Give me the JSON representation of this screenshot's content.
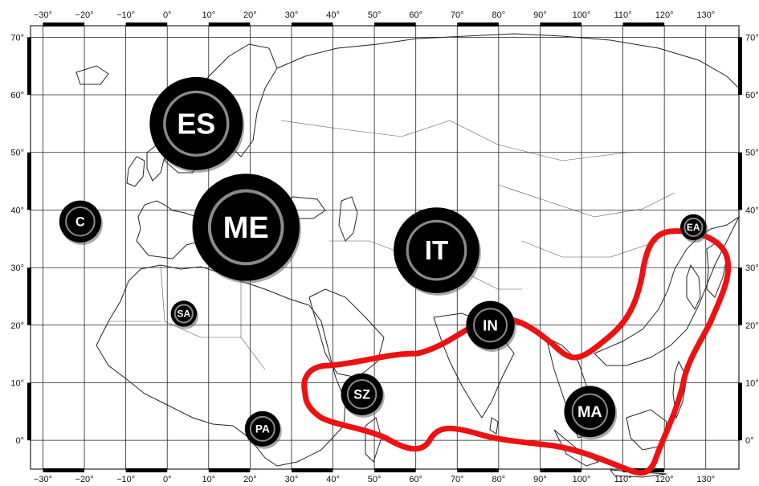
{
  "map": {
    "x_ticks": [
      "−30°",
      "−20°",
      "−10°",
      "0°",
      "10°",
      "20°",
      "30°",
      "40°",
      "50°",
      "60°",
      "70°",
      "80°",
      "90°",
      "100°",
      "110°",
      "120°",
      "130°"
    ],
    "y_ticks": [
      "0°",
      "10°",
      "20°",
      "30°",
      "40°",
      "50°",
      "60°",
      "70°"
    ],
    "x_ticks_bottom": [
      "−30°",
      "−20°",
      "−10°",
      "0°",
      "10°",
      "20°",
      "30°",
      "40°",
      "50°",
      "60°",
      "70°",
      "80°",
      "90°",
      "100°",
      "110°",
      "120°",
      "130°"
    ],
    "lon_range": [
      -33,
      138
    ],
    "lat_range": [
      -5,
      72
    ],
    "colors": {
      "bubble_fill": "#000000",
      "bubble_ring": "#8a8a8a",
      "bubble_text": "#ffffff",
      "highlight_outline": "#ee1111",
      "grid": "#222222"
    },
    "regions": [
      {
        "code": "ES",
        "lon": 7,
        "lat": 55,
        "size": 1.0
      },
      {
        "code": "ME",
        "lon": 19,
        "lat": 37,
        "size": 1.15
      },
      {
        "code": "IT",
        "lon": 65,
        "lat": 33,
        "size": 0.92
      },
      {
        "code": "C",
        "lon": -21,
        "lat": 38,
        "size": 0.45
      },
      {
        "code": "SA",
        "lon": 4,
        "lat": 22,
        "size": 0.28
      },
      {
        "code": "IN",
        "lon": 78,
        "lat": 20,
        "size": 0.52
      },
      {
        "code": "SZ",
        "lon": 47,
        "lat": 8,
        "size": 0.45
      },
      {
        "code": "PA",
        "lon": 23,
        "lat": 2,
        "size": 0.38
      },
      {
        "code": "MA",
        "lon": 102,
        "lat": 5,
        "size": 0.55
      },
      {
        "code": "EA",
        "lon": 127,
        "lat": 37,
        "size": 0.28
      }
    ]
  }
}
